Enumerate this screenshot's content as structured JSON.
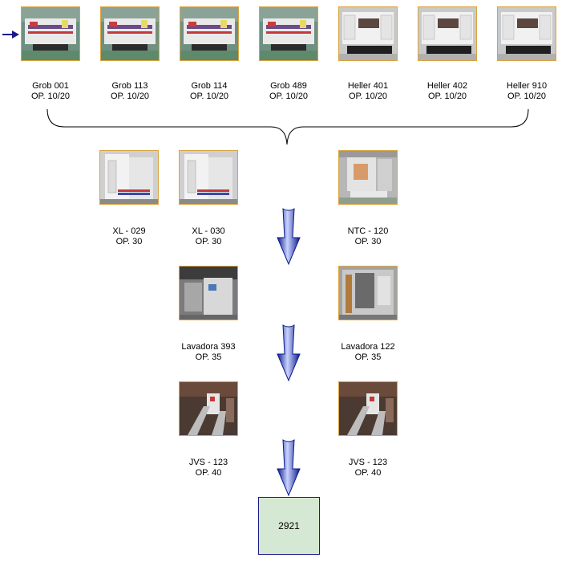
{
  "colors": {
    "frame": "#d9a441",
    "arrow_dark": "#0b1a8a",
    "arrow_light": "#c9d3ff",
    "result_fill": "#d5e8d4",
    "result_border": "#1a1a8c"
  },
  "row1": [
    {
      "name": "Grob 001",
      "op": "OP. 10/20",
      "kind": "grob"
    },
    {
      "name": "Grob 113",
      "op": "OP. 10/20",
      "kind": "grob"
    },
    {
      "name": "Grob 114",
      "op": "OP. 10/20",
      "kind": "grob"
    },
    {
      "name": "Grob 489",
      "op": "OP. 10/20",
      "kind": "grob"
    },
    {
      "name": "Heller 401",
      "op": "OP. 10/20",
      "kind": "heller"
    },
    {
      "name": "Heller 402",
      "op": "OP. 10/20",
      "kind": "heller"
    },
    {
      "name": "Heller 910",
      "op": "OP. 10/20",
      "kind": "heller"
    }
  ],
  "row2": [
    {
      "name": "XL - 029",
      "op": "OP. 30",
      "kind": "xl"
    },
    {
      "name": "XL - 030",
      "op": "OP. 30",
      "kind": "xl"
    },
    {
      "name": "NTC - 120",
      "op": "OP. 30",
      "kind": "ntc"
    }
  ],
  "row3": [
    {
      "name": "Lavadora 393",
      "op": "OP. 35",
      "kind": "washer"
    },
    {
      "name": "Lavadora 122",
      "op": "OP. 35",
      "kind": "washer2"
    }
  ],
  "row4": [
    {
      "name": "JVS - 123",
      "op": "OP. 40",
      "kind": "jvs"
    },
    {
      "name": "JVS - 123",
      "op": "OP. 40",
      "kind": "jvs"
    }
  ],
  "result": {
    "label": "2921"
  }
}
